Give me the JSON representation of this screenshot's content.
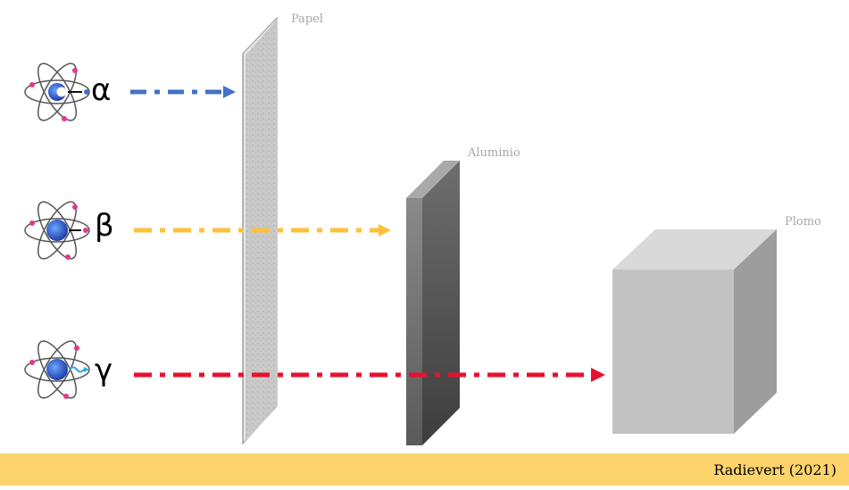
{
  "barriers": {
    "paper": "Papel",
    "aluminum": "Aluminio",
    "lead": "Plomo"
  },
  "radiation": {
    "alpha": "α",
    "beta": "β",
    "gamma": "γ"
  },
  "colors": {
    "alpha": "#4472c4",
    "beta": "#ffc03a",
    "gamma": "#e8112d"
  },
  "footer": {
    "credit": "Radievert (2021)"
  }
}
